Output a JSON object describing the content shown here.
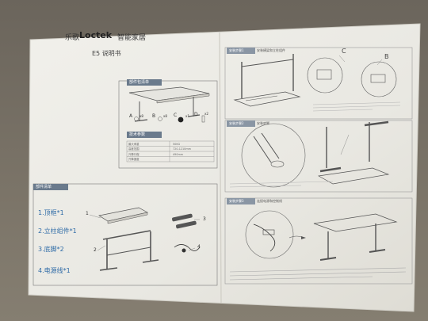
{
  "header": {
    "brand_cn": "乐歌",
    "brand": "Loctek",
    "brand_tagline": "智能家居",
    "manual_title": "E5 说明书"
  },
  "sections": {
    "parts_check": "部件包清单",
    "tech_params": "技术参数",
    "parts_list": "部件清单",
    "step1": "安装步骤1",
    "step1_caption": "安装横梁和立柱组件",
    "step2": "安装步骤2",
    "step2_caption": "安装底脚",
    "step3": "安装步骤3",
    "step3_caption": "连接电源和控制线"
  },
  "parts_check_items": [
    {
      "letter": "A",
      "qty": "x8"
    },
    {
      "letter": "B",
      "qty": "x8"
    },
    {
      "letter": "C",
      "qty": "x1"
    },
    {
      "letter": "D",
      "qty": "x2"
    }
  ],
  "spec_rows": [
    {
      "label": "最大承重",
      "value": "50KG"
    },
    {
      "label": "高度范围",
      "value": "720-1210mm"
    },
    {
      "label": "升降行程",
      "value": "490mm"
    },
    {
      "label": "升降速度",
      "value": ""
    }
  ],
  "parts_list_items": [
    {
      "label": "1.顶框*1"
    },
    {
      "label": "2.立柱组件*1"
    },
    {
      "label": "3.底脚*2"
    },
    {
      "label": "4.电源线*1"
    }
  ],
  "diagram_numbers": {
    "n1": "1",
    "n2": "2",
    "n3": "3",
    "n4": "4"
  },
  "step1_callouts": {
    "c": "C",
    "b": "B"
  },
  "colors": {
    "paper": "#ecebe6",
    "accent_blue": "#2d6aa6",
    "section_bar": "#6a7a8c",
    "line": "#555555"
  }
}
